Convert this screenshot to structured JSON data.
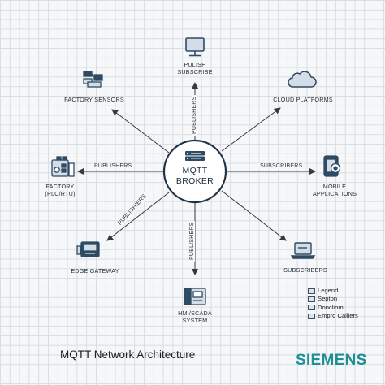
{
  "broker": {
    "line1": "MQTT",
    "line2": "BROKER"
  },
  "nodes": {
    "publish_subscribe": {
      "line1": "PULISH",
      "line2": "SUBSCRIBE",
      "icon": "monitor-icon"
    },
    "factory_sensors": {
      "line1": "FACTORY SENSORS",
      "icon": "sensor-network-icon"
    },
    "cloud_platforms": {
      "line1": "CLOUD PLATFORMS",
      "icon": "cloud-icon"
    },
    "factory_plc": {
      "line1": "FACTORY",
      "line2": "(PLC/RTU)",
      "icon": "factory-plc-icon"
    },
    "mobile_applications": {
      "line1": "MOBILE",
      "line2": "APPLICATIONS",
      "icon": "mobile-gear-icon"
    },
    "edge_gateway": {
      "line1": "EDGE GATEWAY",
      "icon": "gateway-icon"
    },
    "subscribers": {
      "line1": "SUBSCRIBERS",
      "icon": "laptop-icon"
    },
    "hmi_scada": {
      "line1": "HMI/SCADA",
      "line2": "SYSTEM",
      "icon": "hmi-terminal-icon"
    }
  },
  "edge_labels": {
    "top": "PUBLISHERS",
    "left": "PUBLISHERS",
    "right": "SUBSCRIBERS",
    "lower_left": "PUBLISHIERS",
    "bottom": "PUBLISHERS"
  },
  "legend": [
    "Legend",
    "Septon",
    "Doncliom",
    "Emprd Calliers"
  ],
  "title": "MQTT Network Architecture",
  "brand": "SIEMENS",
  "colors": {
    "accent": "#1f8e95",
    "icon": "#2f4a63",
    "icon_fill": "#d3dde7",
    "line": "#333a40"
  }
}
